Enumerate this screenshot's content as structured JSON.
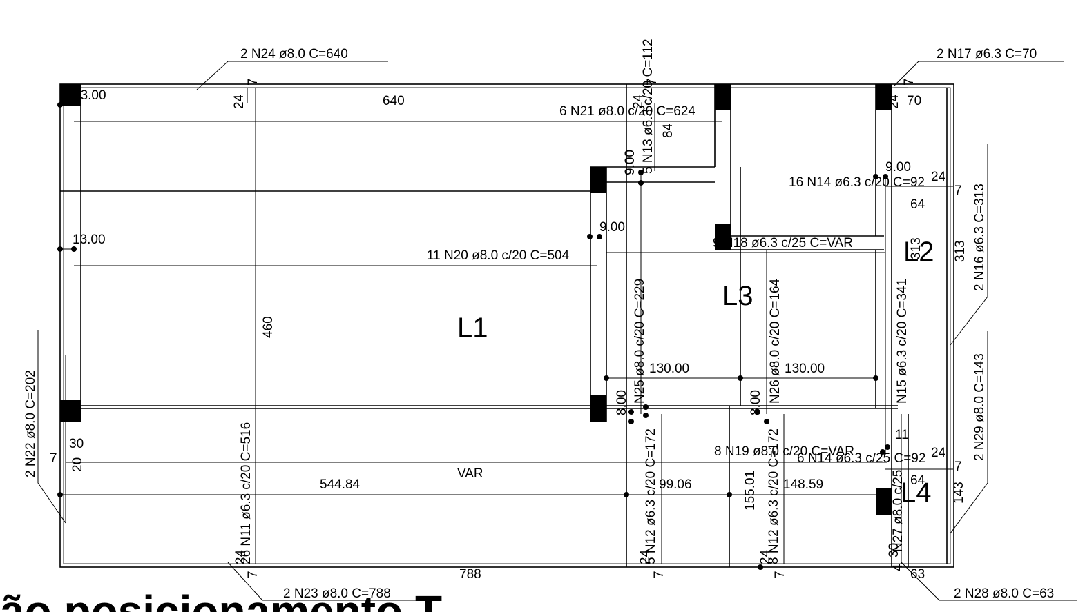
{
  "drawing": {
    "slab_labels": {
      "l1": "L1",
      "l2": "L2",
      "l3": "L3",
      "l4": "L4"
    },
    "callouts": {
      "n24": "2 N24 ø8.0  C=640",
      "n17": "2 N17 ø6.3  C=70",
      "n21": "6 N21 ø8.0 c/20  C=624",
      "n13": "5 N13 ø6.3 c/20  C=112",
      "n14_top": "16 N14 ø6.3 c/20  C=92",
      "n18": "9 N18 ø6.3 c/25  C=VAR",
      "n20": "11 N20 ø8.0 c/20  C=504",
      "n16": "2 N16 ø6.3  C=313",
      "n15": "N15 ø6.3 c/20  C=341",
      "n25": "N25 ø8.0 c/20  C=229",
      "n26": "N26 ø8.0 c/20  C=164",
      "n22": "2 N22 ø8.0  C=202",
      "n11": "26 N11 ø6.3 c/20  C=516",
      "n19": "8 N19 ø8.0 c/20  C=VAR",
      "n14_bottom": "6 N14 ø6.3 c/25  C=92",
      "n29": "2 N29 ø8.0  C=143",
      "n12a": "5 N12 ø6.3 c/20  C=172",
      "n12b": "8 N12 ø6.3 c/20  C=172",
      "n27": "N27 ø8.0 c/25",
      "n23": "2 N23 ø8.0  C=788",
      "n28": "2 N28 ø8.0  C=63"
    },
    "dimensions": {
      "d3": "13.00",
      "d640": "640",
      "d24": "24",
      "d7": "7",
      "d70": "70",
      "d13": "13.00",
      "d9a": "9.00",
      "d9b": "9.00",
      "d9c": "9.00",
      "d84": "84",
      "d64": "64",
      "d313": "313",
      "d460": "460",
      "d130a": "130.00",
      "d130b": "130.00",
      "d8a": "8.00",
      "d8b": "8.00",
      "d30": "30",
      "d20": "20",
      "dvar": "VAR",
      "d544": "544.84",
      "d99": "99.06",
      "d155": "155.01",
      "d148": "148.59",
      "d143": "143",
      "d64b": "64",
      "d11": "11",
      "d788": "788",
      "d63": "63",
      "d4": "4"
    },
    "bottom_text": "ão posicionamento T"
  }
}
